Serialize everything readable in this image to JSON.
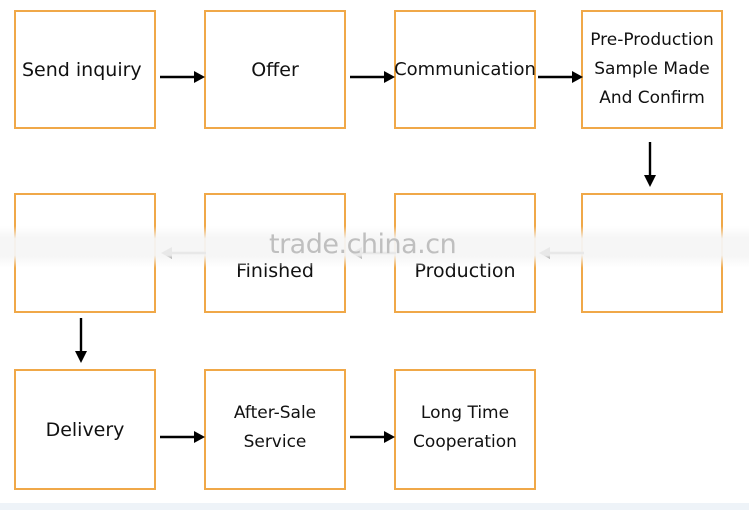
{
  "diagram": {
    "steps": [
      {
        "id": "send-inquiry",
        "label": "Send inquiry"
      },
      {
        "id": "offer",
        "label": "Offer"
      },
      {
        "id": "communication",
        "label": "Communication"
      },
      {
        "id": "pre-production",
        "label": "Pre-Production\nSample Made\nAnd Confirm"
      },
      {
        "id": "pay-deposit",
        "label": ""
      },
      {
        "id": "production",
        "label": "Production"
      },
      {
        "id": "finished",
        "label": "Finished"
      },
      {
        "id": "pay-balance",
        "label": ""
      },
      {
        "id": "delivery",
        "label": "Delivery"
      },
      {
        "id": "after-sale",
        "label": "After-Sale\nService"
      },
      {
        "id": "long-time",
        "label": "Long Time\nCooperation"
      }
    ],
    "watermark": "trade.china.cn"
  },
  "colors": {
    "box_border": "#f0a848",
    "arrow": "#000000"
  }
}
